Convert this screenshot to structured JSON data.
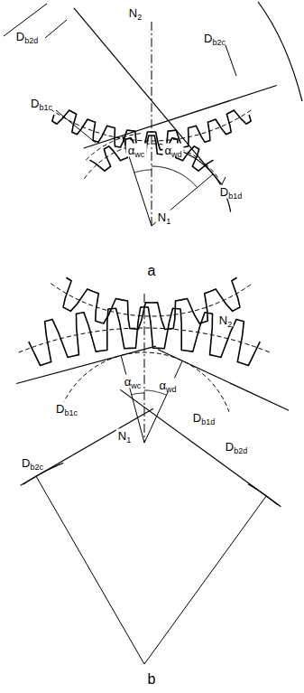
{
  "diagram": {
    "labels": [
      "N2",
      "Db2d",
      "Db2c",
      "Db1c",
      "αwc",
      "αwd",
      "Db1d",
      "N1",
      "a",
      "N2",
      "αwc",
      "αwd",
      "Db1c",
      "Db1d",
      "Db2c",
      "Db2d",
      "N1",
      "b"
    ]
  }
}
